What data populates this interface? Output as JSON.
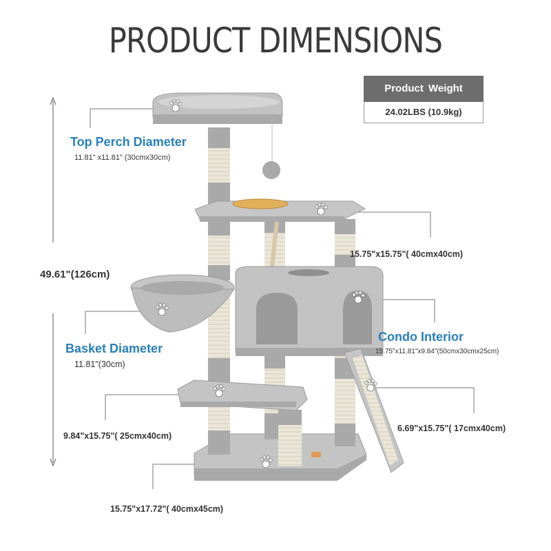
{
  "title": "PRODUCT DIMENSIONS",
  "weight": {
    "header": "Product  Weight",
    "value": "24.02LBS (10.9kg)"
  },
  "height": "49.61\"(126cm)",
  "top_perch": {
    "title": "Top Perch Diameter",
    "dims": "11.81\" x11.81\" (30cmx30cm)"
  },
  "middle_platform": {
    "dims": "15.75\"x15.75\"( 40cmx40cm)"
  },
  "basket": {
    "title": "Basket Diameter",
    "dims": "11.81\"(30cm)"
  },
  "condo": {
    "title": "Condo Interior",
    "dims": "15.75\"x11.81\"x9.84\"(50cmx30cmx25cm)"
  },
  "lower_platform": {
    "dims": "9.84\"x15.75\"( 25cmx40cm)"
  },
  "ramp": {
    "dims": "6.69\"x15.75\"( 17cmx40cm)"
  },
  "base": {
    "dims": "15.75\"x17.72\"( 40cmx45cm)"
  },
  "colors": {
    "plush": "#bdbdbd",
    "sisal": "#e9e4d6",
    "accent": "#2a7fba",
    "weight_header": "#6d6d6d"
  }
}
